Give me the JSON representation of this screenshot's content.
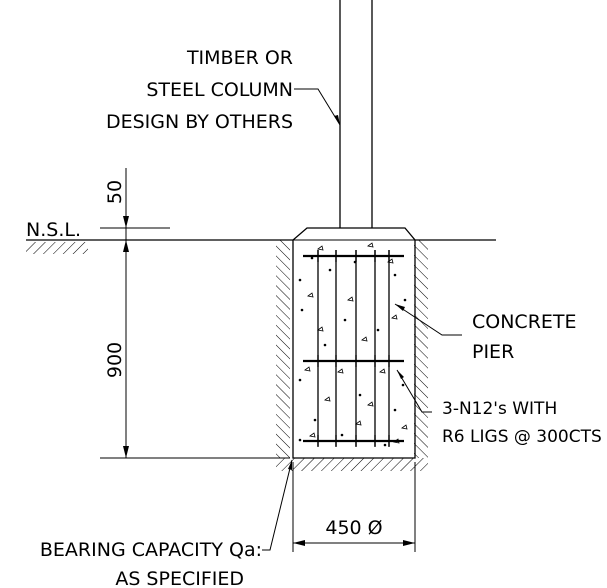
{
  "labels": {
    "column_line1": "TIMBER OR",
    "column_line2": "STEEL COLUMN",
    "column_line3": "DESIGN BY OTHERS",
    "nsl": "N.S.L.",
    "dim_50": "50",
    "dim_900": "900",
    "concrete_line1": "CONCRETE",
    "concrete_line2": "PIER",
    "rebar_line1": "3-N12's WITH",
    "rebar_line2": "R6 LIGS @ 300CTS",
    "bearing_line1": "BEARING CAPACITY Qa:",
    "bearing_line2": "AS SPECIFIED",
    "dim_450": "450 Ø"
  }
}
